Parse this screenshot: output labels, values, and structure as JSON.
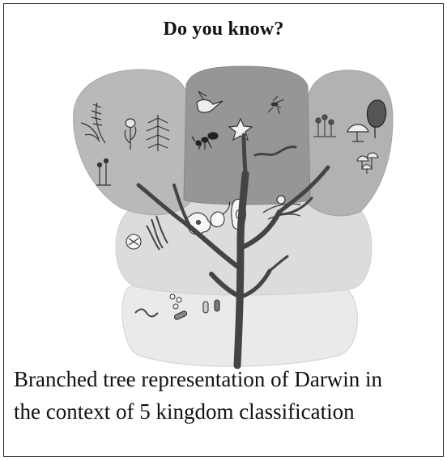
{
  "title": "Do you know?",
  "caption": {
    "line1": "Branched tree representation of Darwin in",
    "line2": "the context of 5 kingdom classification"
  },
  "colors": {
    "plantae_lobe": "#b9b9b9",
    "animalia_lobe": "#969696",
    "fungi_lobe": "#b2b2b2",
    "protista_lobe": "#dcdcdc",
    "monera_lobe": "#eaeaea",
    "tree": "#444444",
    "outline": "#cfcfcf"
  },
  "icons": [
    "fern-icon",
    "moss-icon",
    "tulip-icon",
    "conifer-icon",
    "hummingbird-icon",
    "mosquito-icon",
    "ant-icon",
    "starfish-icon",
    "worm-icon",
    "mold-icon",
    "mushroom-icon",
    "tree-fungus-icon",
    "mushroom-cluster-icon",
    "diatom-icon",
    "algae-filament-icon",
    "amoeba-icon",
    "paramecium-icon",
    "euglena-icon",
    "bacillus-icon",
    "spirillum-icon",
    "coccus-icon"
  ]
}
